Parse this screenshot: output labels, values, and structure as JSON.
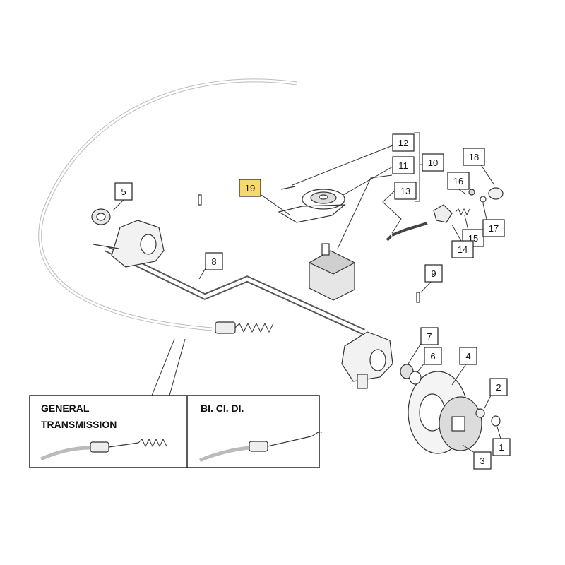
{
  "callouts": [
    {
      "id": "1",
      "text": "1",
      "highlighted": false
    },
    {
      "id": "2",
      "text": "2",
      "highlighted": false
    },
    {
      "id": "3",
      "text": "3",
      "highlighted": false
    },
    {
      "id": "4",
      "text": "4",
      "highlighted": false
    },
    {
      "id": "5",
      "text": "5",
      "highlighted": false
    },
    {
      "id": "6",
      "text": "6",
      "highlighted": false
    },
    {
      "id": "7",
      "text": "7",
      "highlighted": false
    },
    {
      "id": "8",
      "text": "8",
      "highlighted": false
    },
    {
      "id": "9",
      "text": "9",
      "highlighted": false
    },
    {
      "id": "10",
      "text": "10",
      "highlighted": false
    },
    {
      "id": "11",
      "text": "11",
      "highlighted": false
    },
    {
      "id": "12",
      "text": "12",
      "highlighted": false
    },
    {
      "id": "13",
      "text": "13",
      "highlighted": false
    },
    {
      "id": "14",
      "text": "14",
      "highlighted": false
    },
    {
      "id": "15",
      "text": "15",
      "highlighted": false
    },
    {
      "id": "16",
      "text": "16",
      "highlighted": false
    },
    {
      "id": "17",
      "text": "17",
      "highlighted": false
    },
    {
      "id": "18",
      "text": "18",
      "highlighted": false
    },
    {
      "id": "19",
      "text": "19",
      "highlighted": true
    }
  ],
  "inset": {
    "left_title_line1": "GENERAL",
    "left_title_line2": "TRANSMISSION",
    "right_title": "BI. CI. DI."
  },
  "colors": {
    "highlight": "#f6d96b",
    "line": "#333333",
    "cable": "#bbbbbb"
  }
}
